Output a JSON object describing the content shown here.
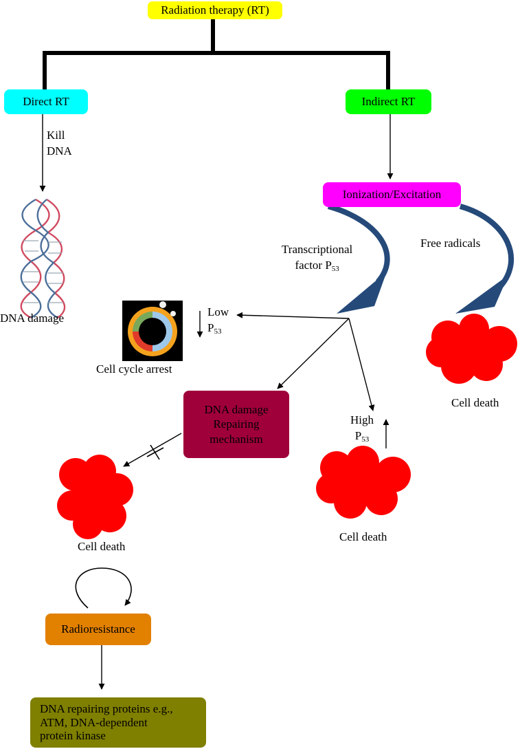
{
  "colors": {
    "top": "#ffff00",
    "direct": "#00ffff",
    "indirect": "#00ff00",
    "ionization": "#ff00ff",
    "repair": "#a0003a",
    "radioresistance": "#e28000",
    "proteins": "#7f7f00",
    "cell": "#ff0000",
    "curved_arrow": "#254a7a"
  },
  "nodes": {
    "radiation_therapy": "Radiation therapy (RT)",
    "direct_rt": "Direct RT",
    "indirect_rt": "Indirect RT",
    "ionization": "Ionization/Excitation",
    "repair_line1": "DNA damage",
    "repair_line2": "Repairing",
    "repair_line3": "mechanism",
    "radioresistance": "Radioresistance",
    "proteins_line1": "DNA repairing proteins e.g.,",
    "proteins_line2": "ATM, DNA-dependent",
    "proteins_line3": "protein kinase"
  },
  "labels": {
    "kill": "Kill",
    "dna": "DNA",
    "dna_damage": "DNA damage",
    "transcriptional": "Transcriptional",
    "factor": "factor P",
    "p53_sub": "53",
    "free_radicals": "Free radicals",
    "low": "Low",
    "high": "High",
    "p": "P",
    "cell_cycle_arrest": "Cell cycle arrest",
    "cell_death_right": "Cell death",
    "cell_death_middle": "Cell death",
    "cell_death_left": "Cell death"
  },
  "icons": [
    "dna-helix-icon",
    "cell-cycle-icon",
    "cell-blob-icon"
  ]
}
